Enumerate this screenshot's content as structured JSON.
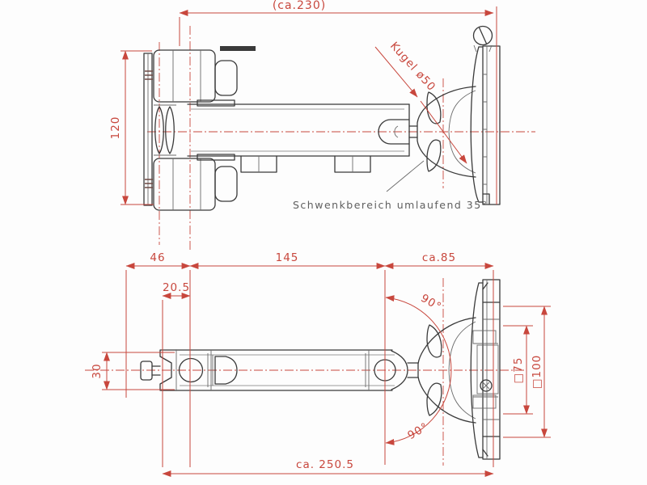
{
  "page": {
    "background": "#fdfdfd",
    "accent_red": "#c8473d",
    "line_dark": "#3a3a3a",
    "note_gray": "#5f5f5f"
  },
  "top_view": {
    "dim_total_width": "(ca.230)",
    "dim_mount_height": "120",
    "ball_label": "Kugel ø50",
    "swivel_note": "Schwenkbereich umlaufend 35°"
  },
  "bottom_view": {
    "dim_plate_to_hole": "46",
    "dim_arm_length": "145",
    "dim_wall_section": "ca.85",
    "dim_hole_offset": "20.5",
    "dim_arm_width": "30",
    "dim_tilt_upper": "90°",
    "dim_tilt_lower": "90°",
    "dim_vesa_75": "□75",
    "dim_vesa_100": "□100",
    "dim_total_length": "ca. 250.5"
  }
}
